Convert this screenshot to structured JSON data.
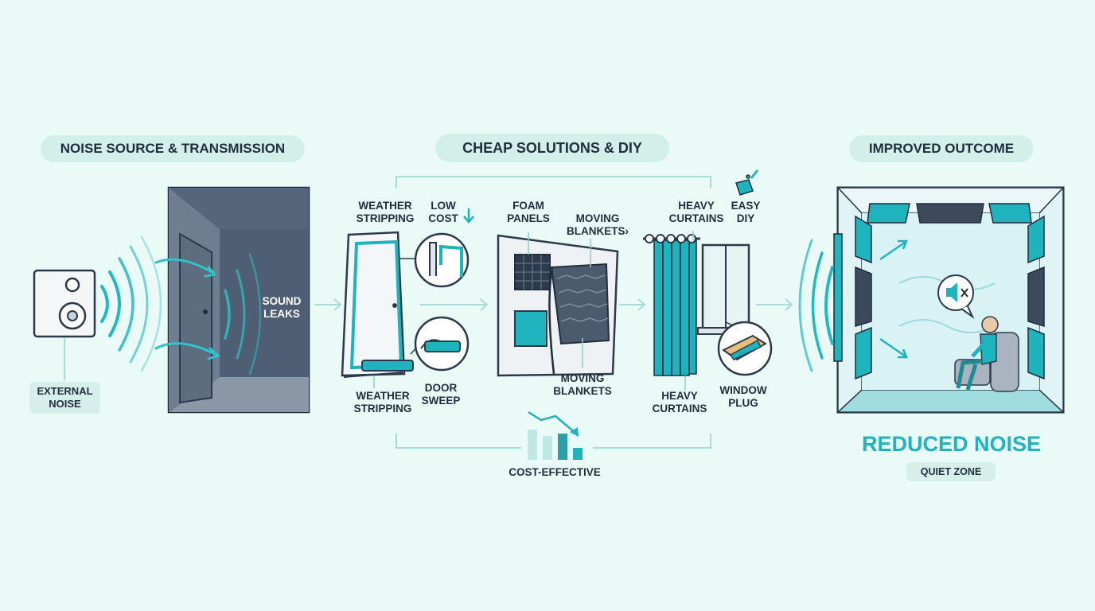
{
  "sections": {
    "source": {
      "title": "NOISE SOURCE & TRANSMISSION"
    },
    "solutions": {
      "title": "CHEAP SOLUTIONS & DIY"
    },
    "outcome": {
      "title": "IMPROVED OUTCOME"
    }
  },
  "source": {
    "external_noise": "EXTERNAL\nNOISE",
    "sound_leaks": "SOUND\nLEAKS"
  },
  "door": {
    "weather_stripping_top": "WEATHER\nSTRIPPING",
    "low_cost": "LOW\nCOST",
    "weather_stripping_bottom": "WEATHER\nSTRIPPING",
    "door_sweep": "DOOR\nSWEEP"
  },
  "panels": {
    "foam_panels": "FOAM\nPANELS",
    "moving_blankets_top": "MOVING\nBLANKETS›",
    "moving_blankets_bottom": "MOVING\nBLANKETS"
  },
  "window": {
    "heavy_curtains_top": "HEAVY\nCURTAINS",
    "easy_diy": "EASY\nDIY",
    "heavy_curtains_bottom": "HEAVY\nCURTAINS",
    "window_plug": "WINDOW\nPLUG"
  },
  "cost_effective": "COST-EFFECTIVE",
  "outcome": {
    "reduced_noise": "REDUCED NOISE",
    "quiet_zone": "QUIET ZONE"
  },
  "colors": {
    "teal": "#1fb3bd",
    "navy": "#2b3a4a",
    "background": "#eafaf7",
    "pill": "#d3efe9"
  }
}
